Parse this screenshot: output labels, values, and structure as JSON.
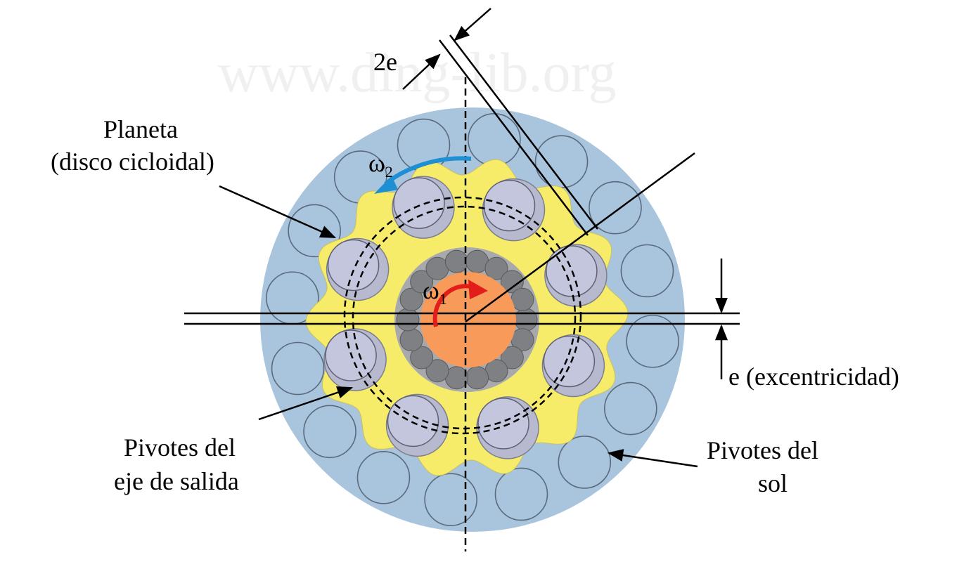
{
  "labels": {
    "planet_line1": "Planeta",
    "planet_line2": "(disco cicloidal)",
    "output_pins_line1": "Pivotes del",
    "output_pins_line2": "eje de salida",
    "sun_pins_line1": "Pivotes del",
    "sun_pins_line2": "sol",
    "eccentricity": "e (excentricidad)",
    "two_e": "2e",
    "omega1": "ω",
    "omega1_sub": "1",
    "omega2": "ω",
    "omega2_sub": "2",
    "watermark": "www.ding-lib.org"
  },
  "colors": {
    "housing": "#a9c4dd",
    "planet_disc": "#f7ec6a",
    "bearing_ring": "#a7a9ac",
    "bearing_roller": "#7e8083",
    "eccentric_cam": "#f79a5a",
    "output_pin": "#c4c6de",
    "omega1_arrow": "#e31d1a",
    "omega2_arrow": "#1e8fd3",
    "line": "#000000"
  }
}
